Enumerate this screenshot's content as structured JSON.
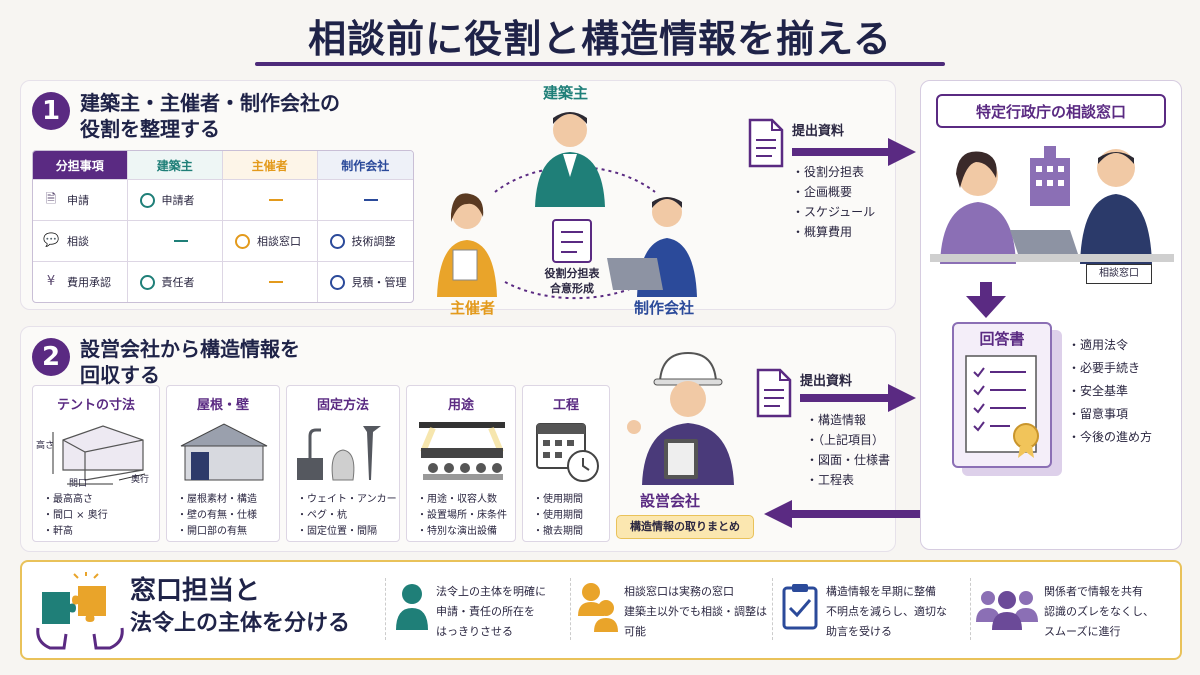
{
  "title": "相談前に役割と構造情報を揃える",
  "section1": {
    "number": "1",
    "title_line1": "建築主・主催者・制作会社の",
    "title_line2": "役割を整理する",
    "table": {
      "headers": [
        "分担事項",
        "建築主",
        "主催者",
        "制作会社"
      ],
      "rows": [
        {
          "item": "申請",
          "icon": "document-icon",
          "c1": "申請者",
          "c2": "",
          "c3": ""
        },
        {
          "item": "相談",
          "icon": "chat-bubble-icon",
          "c1": "",
          "c2": "相談窓口",
          "c3": "技術調整"
        },
        {
          "item": "費用承認",
          "icon": "yen-coin-icon",
          "c1": "責任者",
          "c2": "",
          "c3": "見積・管理"
        }
      ]
    },
    "roles": {
      "top": "建築主",
      "left": "主催者",
      "right": "制作会社",
      "center_line1": "役割分担表",
      "center_line2": "合意形成"
    }
  },
  "section2": {
    "number": "2",
    "title_line1": "設営会社から構造情報を",
    "title_line2": "回収する",
    "cards": [
      {
        "title": "テントの寸法",
        "labels": {
          "height": "高さ",
          "width": "間口",
          "depth": "奥行"
        },
        "items": [
          "最高高さ",
          "間口 × 奥行",
          "軒高"
        ]
      },
      {
        "title": "屋根・壁",
        "items": [
          "屋根素材・構造",
          "壁の有無・仕様",
          "開口部の有無"
        ]
      },
      {
        "title": "固定方法",
        "items": [
          "ウェイト・アンカー",
          "ペグ・杭",
          "固定位置・間隔"
        ]
      },
      {
        "title": "用途",
        "items": [
          "用途・収容人数",
          "設置場所・床条件",
          "特別な演出設備"
        ]
      },
      {
        "title": "工程",
        "items": [
          "使用期間",
          "使用期間",
          "撤去期間"
        ]
      }
    ],
    "company": "設営会社",
    "company_badge": "構造情報の取りまとめ"
  },
  "flow": {
    "submit1_label": "提出資料",
    "submit1_items": [
      "役割分担表",
      "企画概要",
      "スケジュール",
      "概算費用"
    ],
    "submit2_label": "提出資料",
    "submit2_items": [
      "構造情報",
      "（上記項目）",
      "図面・仕様書",
      "工程表"
    ]
  },
  "authority": {
    "title": "特定行政庁の相談窓口",
    "desk_label": "相談窓口",
    "answer_title": "回答書",
    "answer_items": [
      "適用法令",
      "必要手続き",
      "安全基準",
      "留意事項",
      "今後の進め方"
    ]
  },
  "bottom": {
    "headline1": "窓口担当と",
    "headline2": "法令上の主体を分ける",
    "features": [
      {
        "icon": "person-icon",
        "lines": [
          "法令上の主体を明確に",
          "申請・責任の所在を",
          "はっきりさせる"
        ]
      },
      {
        "icon": "consult-people-icon",
        "lines": [
          "相談窓口は実務の窓口",
          "建築主以外でも相談・調整は",
          "可能"
        ]
      },
      {
        "icon": "checklist-icon",
        "lines": [
          "構造情報を早期に整備",
          "不明点を減らし、適切な",
          "助言を受ける"
        ]
      },
      {
        "icon": "group-icon",
        "lines": [
          "関係者で情報を共有",
          "認識のズレをなくし、",
          "スムーズに進行"
        ]
      }
    ]
  },
  "colors": {
    "purple": "#5a2a82",
    "teal": "#1f7f78",
    "orange": "#e39a1c",
    "blue": "#2b4a9a",
    "navy": "#1f2348",
    "gold": "#e9c25a"
  }
}
